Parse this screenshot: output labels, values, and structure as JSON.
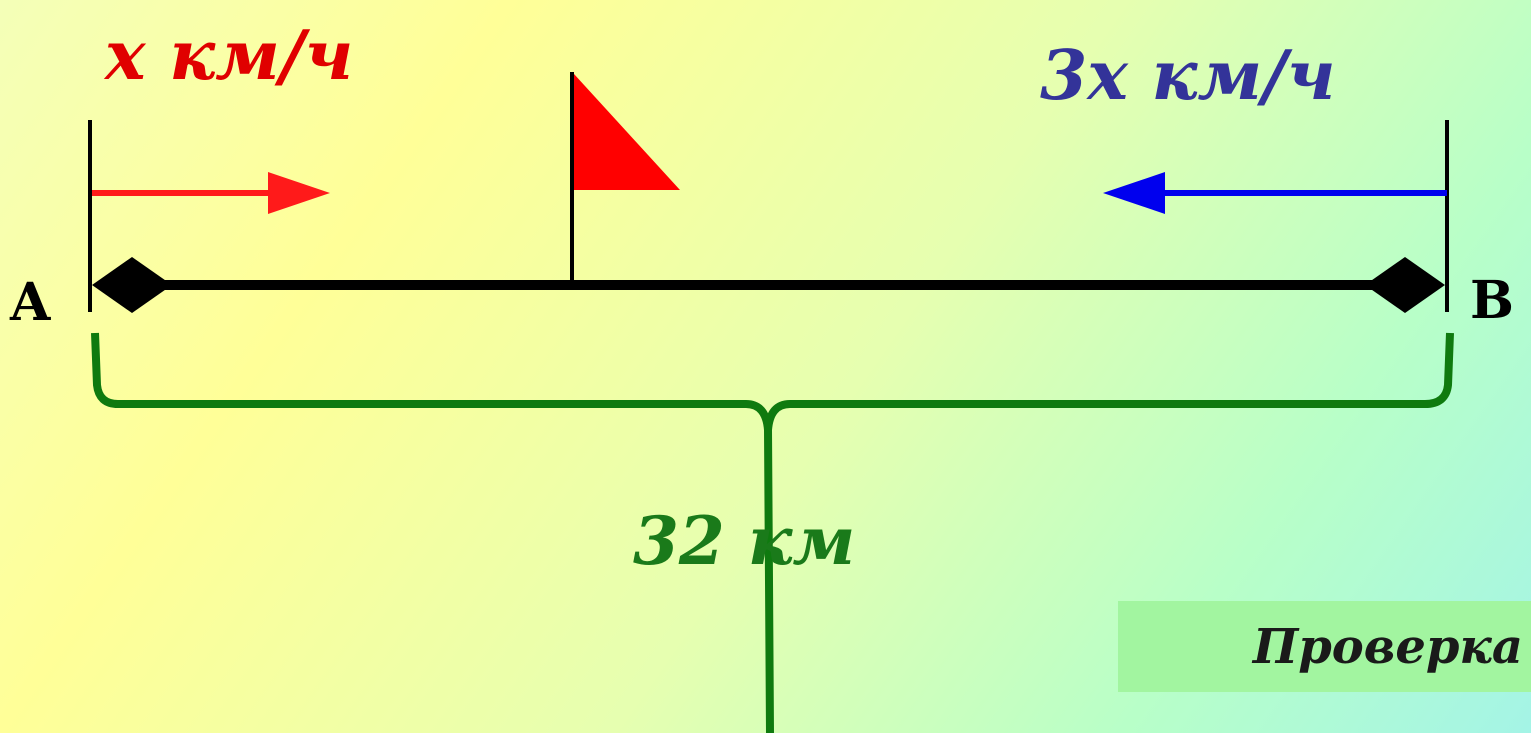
{
  "speed_left": "x км/ч",
  "speed_right": "3x км/ч",
  "distance": "32 км",
  "point_a": "A",
  "point_b": "B",
  "check_button": "Проверка",
  "colors": {
    "left_speed": "#e00000",
    "right_speed": "#333399",
    "left_arrow": "#ff1a1a",
    "right_arrow": "#0000ee",
    "distance": "#1a7a1a",
    "brace": "#0f7a0f",
    "flag": "#ff0000",
    "segment": "#000000",
    "check_bg": "#a2f5a0"
  }
}
